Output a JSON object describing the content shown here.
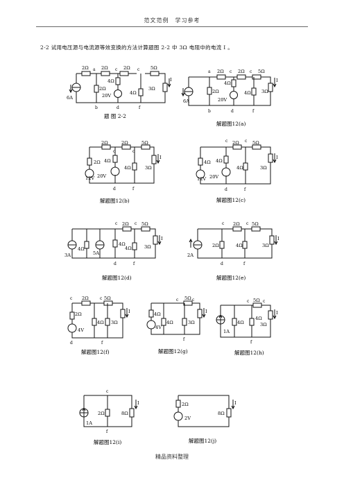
{
  "header": {
    "text": "范文范例　学习参考"
  },
  "problem": {
    "text": "2-2 试用电压源与电流源等效变换的方法计算题图 2-2 中 3Ω 电阻中的电流 I 。"
  },
  "figures": [
    {
      "caption": "题 图 2-2",
      "labels": [
        "2Ω",
        "2Ω",
        "2Ω",
        "5Ω",
        "4Ω",
        "2Ω",
        "4Ω",
        "3Ω",
        "20V",
        "6A",
        "I",
        "a",
        "c",
        "c",
        "b",
        "d",
        "f"
      ]
    },
    {
      "caption": "解题图12(a)",
      "labels": [
        "2Ω",
        "2Ω",
        "5Ω",
        "4Ω",
        "2Ω",
        "4Ω",
        "3Ω",
        "20V",
        "6A",
        "I",
        "a",
        "c",
        "c",
        "b",
        "d",
        "f"
      ]
    },
    {
      "caption": "解题图12(b)",
      "labels": [
        "2Ω",
        "2Ω",
        "5Ω",
        "2Ω",
        "4Ω",
        "4Ω",
        "3Ω",
        "12V",
        "20V",
        "I",
        "c",
        "c",
        "d",
        "f"
      ]
    },
    {
      "caption": "解题图12(c)",
      "labels": [
        "2Ω",
        "5Ω",
        "4Ω",
        "4Ω",
        "4Ω",
        "3Ω",
        "12V",
        "20V",
        "I",
        "c",
        "c",
        "d",
        "f"
      ]
    },
    {
      "caption": "解题图12(d)",
      "labels": [
        "2Ω",
        "5Ω",
        "4Ω",
        "4Ω",
        "4Ω",
        "4Ω",
        "3Ω",
        "3A",
        "5A",
        "I",
        "c",
        "c",
        "d",
        "f"
      ]
    },
    {
      "caption": "解题图12(e)",
      "labels": [
        "2Ω",
        "5Ω",
        "2Ω",
        "4Ω",
        "3Ω",
        "2A",
        "I",
        "c",
        "c",
        "d",
        "f"
      ]
    },
    {
      "caption": "解题图12(f)",
      "labels": [
        "2Ω",
        "5Ω",
        "2Ω",
        "4Ω",
        "3Ω",
        "4V",
        "I",
        "c",
        "c",
        "d",
        "f"
      ]
    },
    {
      "caption": "解题图12(g)",
      "labels": [
        "5Ω",
        "4Ω",
        "4Ω",
        "3Ω",
        "4V",
        "I",
        "c",
        "c",
        "f"
      ]
    },
    {
      "caption": "解题图12(h)",
      "labels": [
        "5Ω",
        "4Ω",
        "4Ω",
        "3Ω",
        "1A",
        "I",
        "c",
        "c",
        "f"
      ]
    },
    {
      "caption": "解题图12(i)",
      "labels": [
        "2Ω",
        "8Ω",
        "1A",
        "I",
        "c",
        "f"
      ]
    },
    {
      "caption": "解题图12(j)",
      "labels": [
        "2Ω",
        "8Ω",
        "2V",
        "I"
      ]
    }
  ],
  "footer": {
    "text": "精品资料整理"
  }
}
